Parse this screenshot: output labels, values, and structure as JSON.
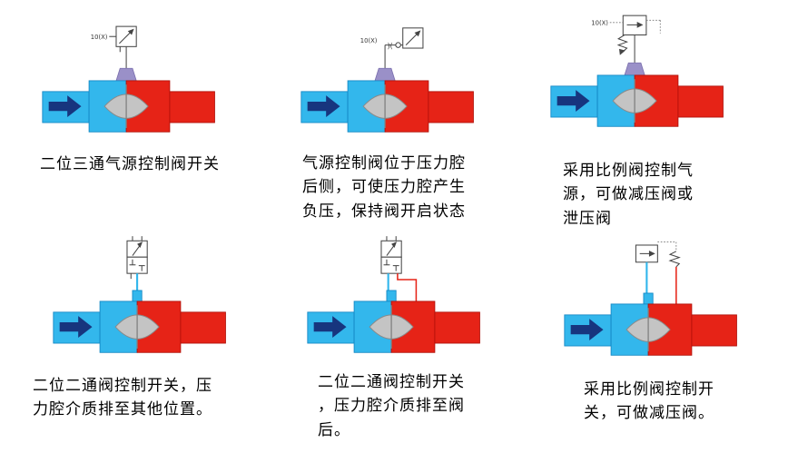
{
  "figure": {
    "background": "#ffffff"
  },
  "colors": {
    "pipe_blue": "#33b7ec",
    "pipe_red": "#e62317",
    "flow_arrow_blue": "#17357e",
    "actuator_purple": "#9a90c8",
    "valve_disc_gray": "#c4c4c4",
    "schematic_line": "#444444"
  },
  "cells": [
    {
      "symbol_label": "10(X)",
      "caption": "二位三通气源控制阀开关"
    },
    {
      "symbol_label": "10(X)",
      "nozzle_glyph": ")(",
      "caption": "气源控制阀位于压力腔\n后侧，可使压力腔产生\n负压，保持阀开启状态"
    },
    {
      "symbol_label": "10(X)",
      "caption": "采用比例阀控制气\n源，可做减压阀或\n泄压阀"
    },
    {
      "caption": "二位二通阀控制开关，压\n力腔介质排至其他位置。"
    },
    {
      "caption": "二位二通阀控制开关\n，压力腔介质排至阀\n后。"
    },
    {
      "caption": "采用比例阀控制开\n关，可做减压阀。"
    }
  ]
}
